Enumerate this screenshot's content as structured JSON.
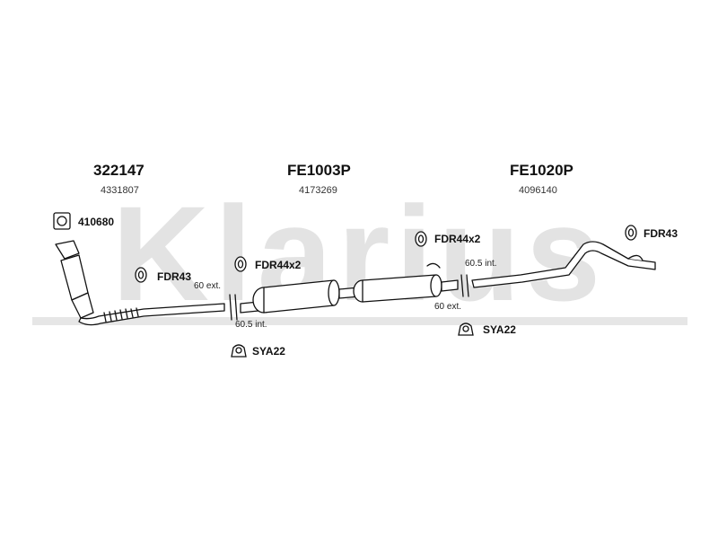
{
  "watermark_text": "Klarius",
  "parts": [
    {
      "part": "322147",
      "ref": "4331807"
    },
    {
      "part": "FE1003P",
      "ref": "4173269"
    },
    {
      "part": "FE1020P",
      "ref": "4096140"
    }
  ],
  "accessories": {
    "gasket": "410680",
    "hanger_front": "FDR43",
    "hanger_mid1": "FDR44x2",
    "hanger_mid2": "FDR44x2",
    "hanger_rear": "FDR43",
    "clamp_left": "SYA22",
    "clamp_right": "SYA22"
  },
  "notes": {
    "left_ext": "60 ext.",
    "left_int": "60.5 int.",
    "right_int": "60.5 int.",
    "right_ext": "60 ext."
  },
  "colors": {
    "line": "#111111",
    "watermark": "#e3e3e3",
    "pipe_fill": "#ffffff"
  }
}
